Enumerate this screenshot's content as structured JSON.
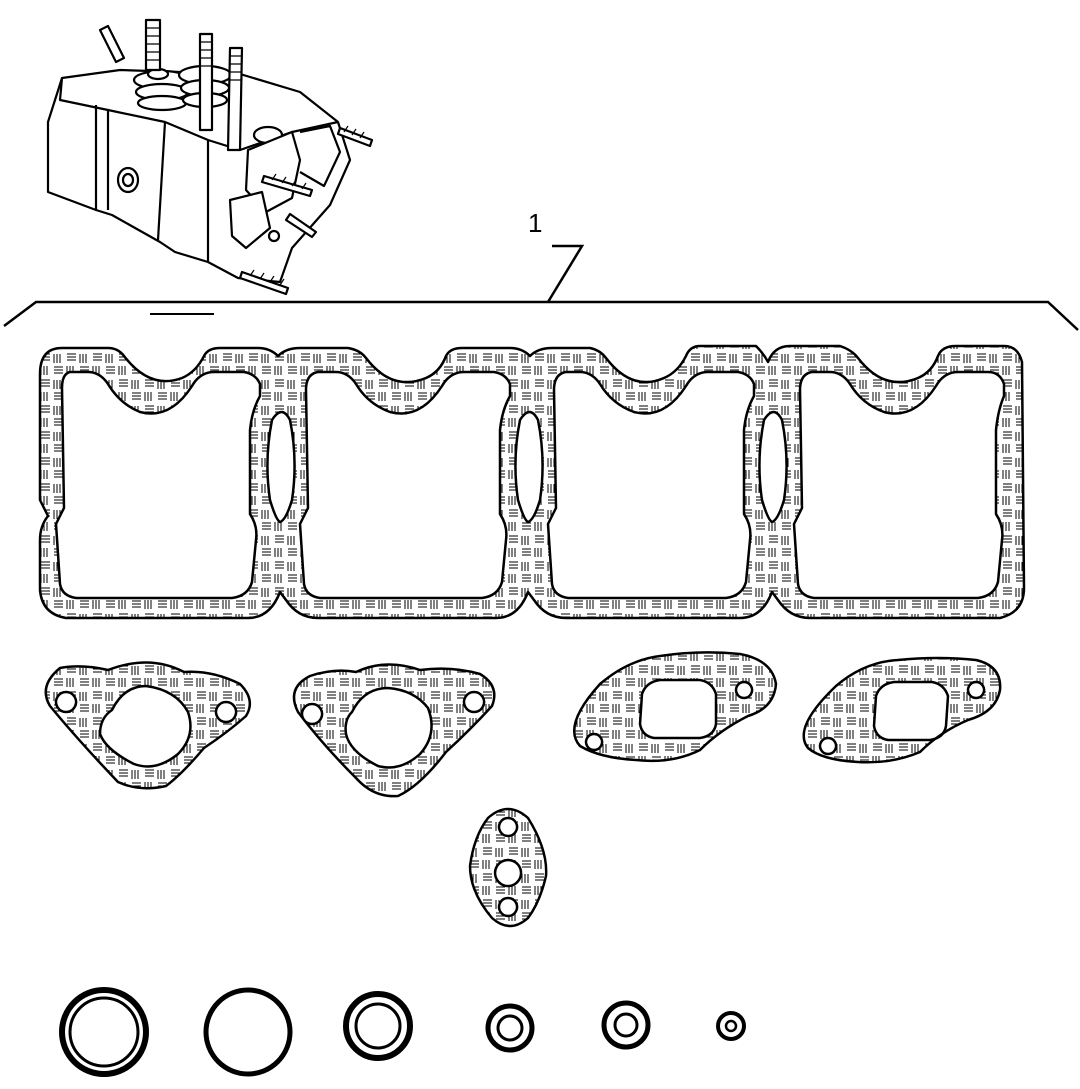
{
  "diagram": {
    "callout": "1",
    "colors": {
      "ink": "#000000",
      "paper": "#ffffff"
    },
    "parts": [
      "cylinder-head-illustration",
      "valve-cover-gasket",
      "manifold-gasket",
      "small-flange-gasket",
      "seal-rings"
    ]
  }
}
